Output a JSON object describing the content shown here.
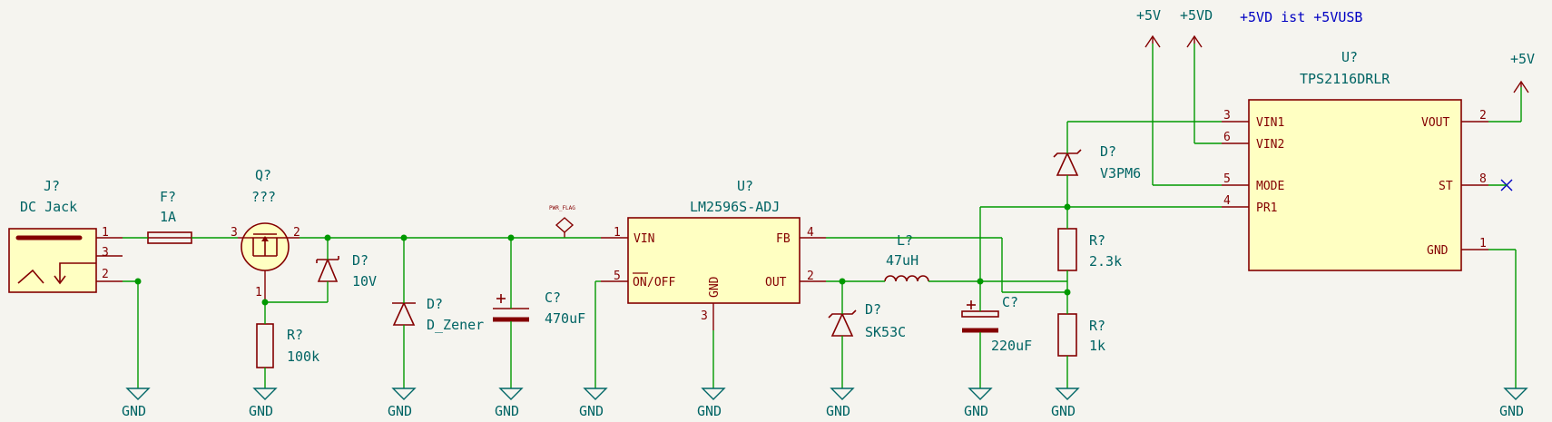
{
  "note": "+5VD ist +5VUSB",
  "power": {
    "p5v_a": "+5V",
    "p5vd": "+5VD",
    "p5v_out": "+5V",
    "pwr_flag": "PWR_FLAG"
  },
  "gnd_label": "GND",
  "dc_jack": {
    "ref": "J?",
    "value": "DC Jack",
    "pins": [
      "1",
      "3",
      "2"
    ]
  },
  "fuse": {
    "ref": "F?",
    "value": "1A"
  },
  "pmos": {
    "ref": "Q?",
    "value": "???",
    "pins": [
      "3",
      "2",
      "1"
    ]
  },
  "zener_10v": {
    "ref": "D?",
    "value": "10V"
  },
  "r_100k": {
    "ref": "R?",
    "value": "100k"
  },
  "d_zener": {
    "ref": "D?",
    "value": "D_Zener"
  },
  "c_470": {
    "ref": "C?",
    "value": "470uF"
  },
  "lm2596": {
    "ref": "U?",
    "value": "LM2596S-ADJ",
    "pin_vin": "VIN",
    "pin_fb": "FB",
    "pin_on": "ON",
    "pin_off": "/OFF",
    "pin_out": "OUT",
    "pin_gnd": "GND",
    "num_vin": "1",
    "num_fb": "4",
    "num_on": "5",
    "num_out": "2",
    "num_gnd": "3"
  },
  "schottky": {
    "ref": "D?",
    "value": "SK53C"
  },
  "inductor": {
    "ref": "L?",
    "value": "47uH"
  },
  "c_220": {
    "ref": "C?",
    "value": "220uF"
  },
  "r_2k3": {
    "ref": "R?",
    "value": "2.3k"
  },
  "r_1k": {
    "ref": "R?",
    "value": "1k"
  },
  "v3pm6": {
    "ref": "D?",
    "value": "V3PM6"
  },
  "tps2116": {
    "ref": "U?",
    "value": "TPS2116DRLR",
    "pin_vin1": "VIN1",
    "pin_vin2": "VIN2",
    "pin_mode": "MODE",
    "pin_pr1": "PR1",
    "pin_vout": "VOUT",
    "pin_st": "ST",
    "pin_gnd": "GND",
    "num_vin1": "3",
    "num_vin2": "6",
    "num_mode": "5",
    "num_pr1": "4",
    "num_vout": "2",
    "num_st": "8",
    "num_gnd": "1"
  }
}
